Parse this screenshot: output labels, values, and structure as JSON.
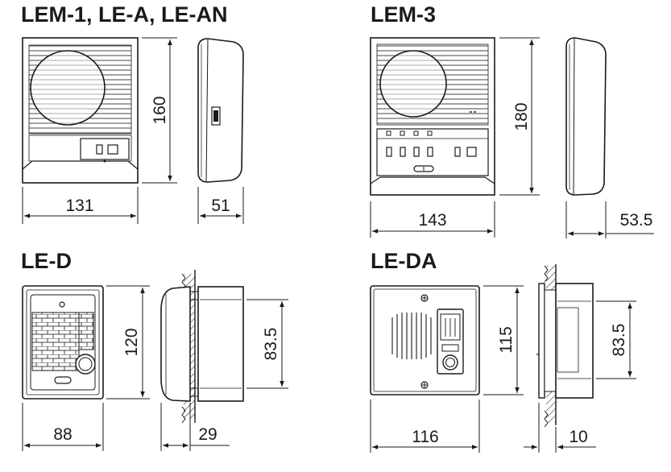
{
  "titles": {
    "lem1": "LEM-1, LE-A, LE-AN",
    "lem3": "LEM-3",
    "led": "LE-D",
    "leda": "LE-DA"
  },
  "dims": {
    "lem1_width": "131",
    "lem1_height": "160",
    "lem1_depth": "51",
    "lem3_width": "143",
    "lem3_height": "180",
    "lem3_depth": "53.5",
    "led_width": "88",
    "led_height": "120",
    "led_side_height": "83.5",
    "led_depth": "29",
    "leda_width": "116",
    "leda_height": "115",
    "leda_side_height": "83.5",
    "leda_depth": "10"
  }
}
